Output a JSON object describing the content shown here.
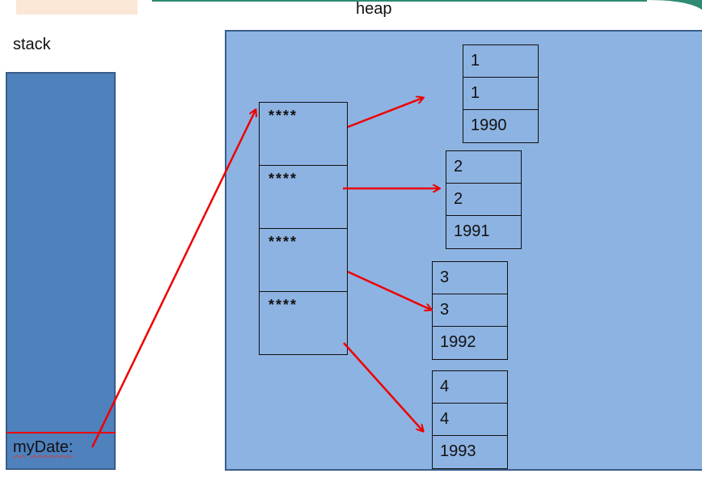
{
  "labels": {
    "heap": "heap",
    "stack": "stack",
    "variable": "myDate:"
  },
  "array_cells": [
    "****",
    "****",
    "****",
    "****"
  ],
  "date_objects": [
    {
      "day": "1",
      "month": "1",
      "year": "1990"
    },
    {
      "day": "2",
      "month": "2",
      "year": "1991"
    },
    {
      "day": "3",
      "month": "3",
      "year": "1992"
    },
    {
      "day": "4",
      "month": "4",
      "year": "1993"
    }
  ],
  "colors": {
    "stack_fill": "#4f81bd",
    "heap_fill": "#8db3e2",
    "border": "#385d8a",
    "arrow": "#ee0000"
  }
}
